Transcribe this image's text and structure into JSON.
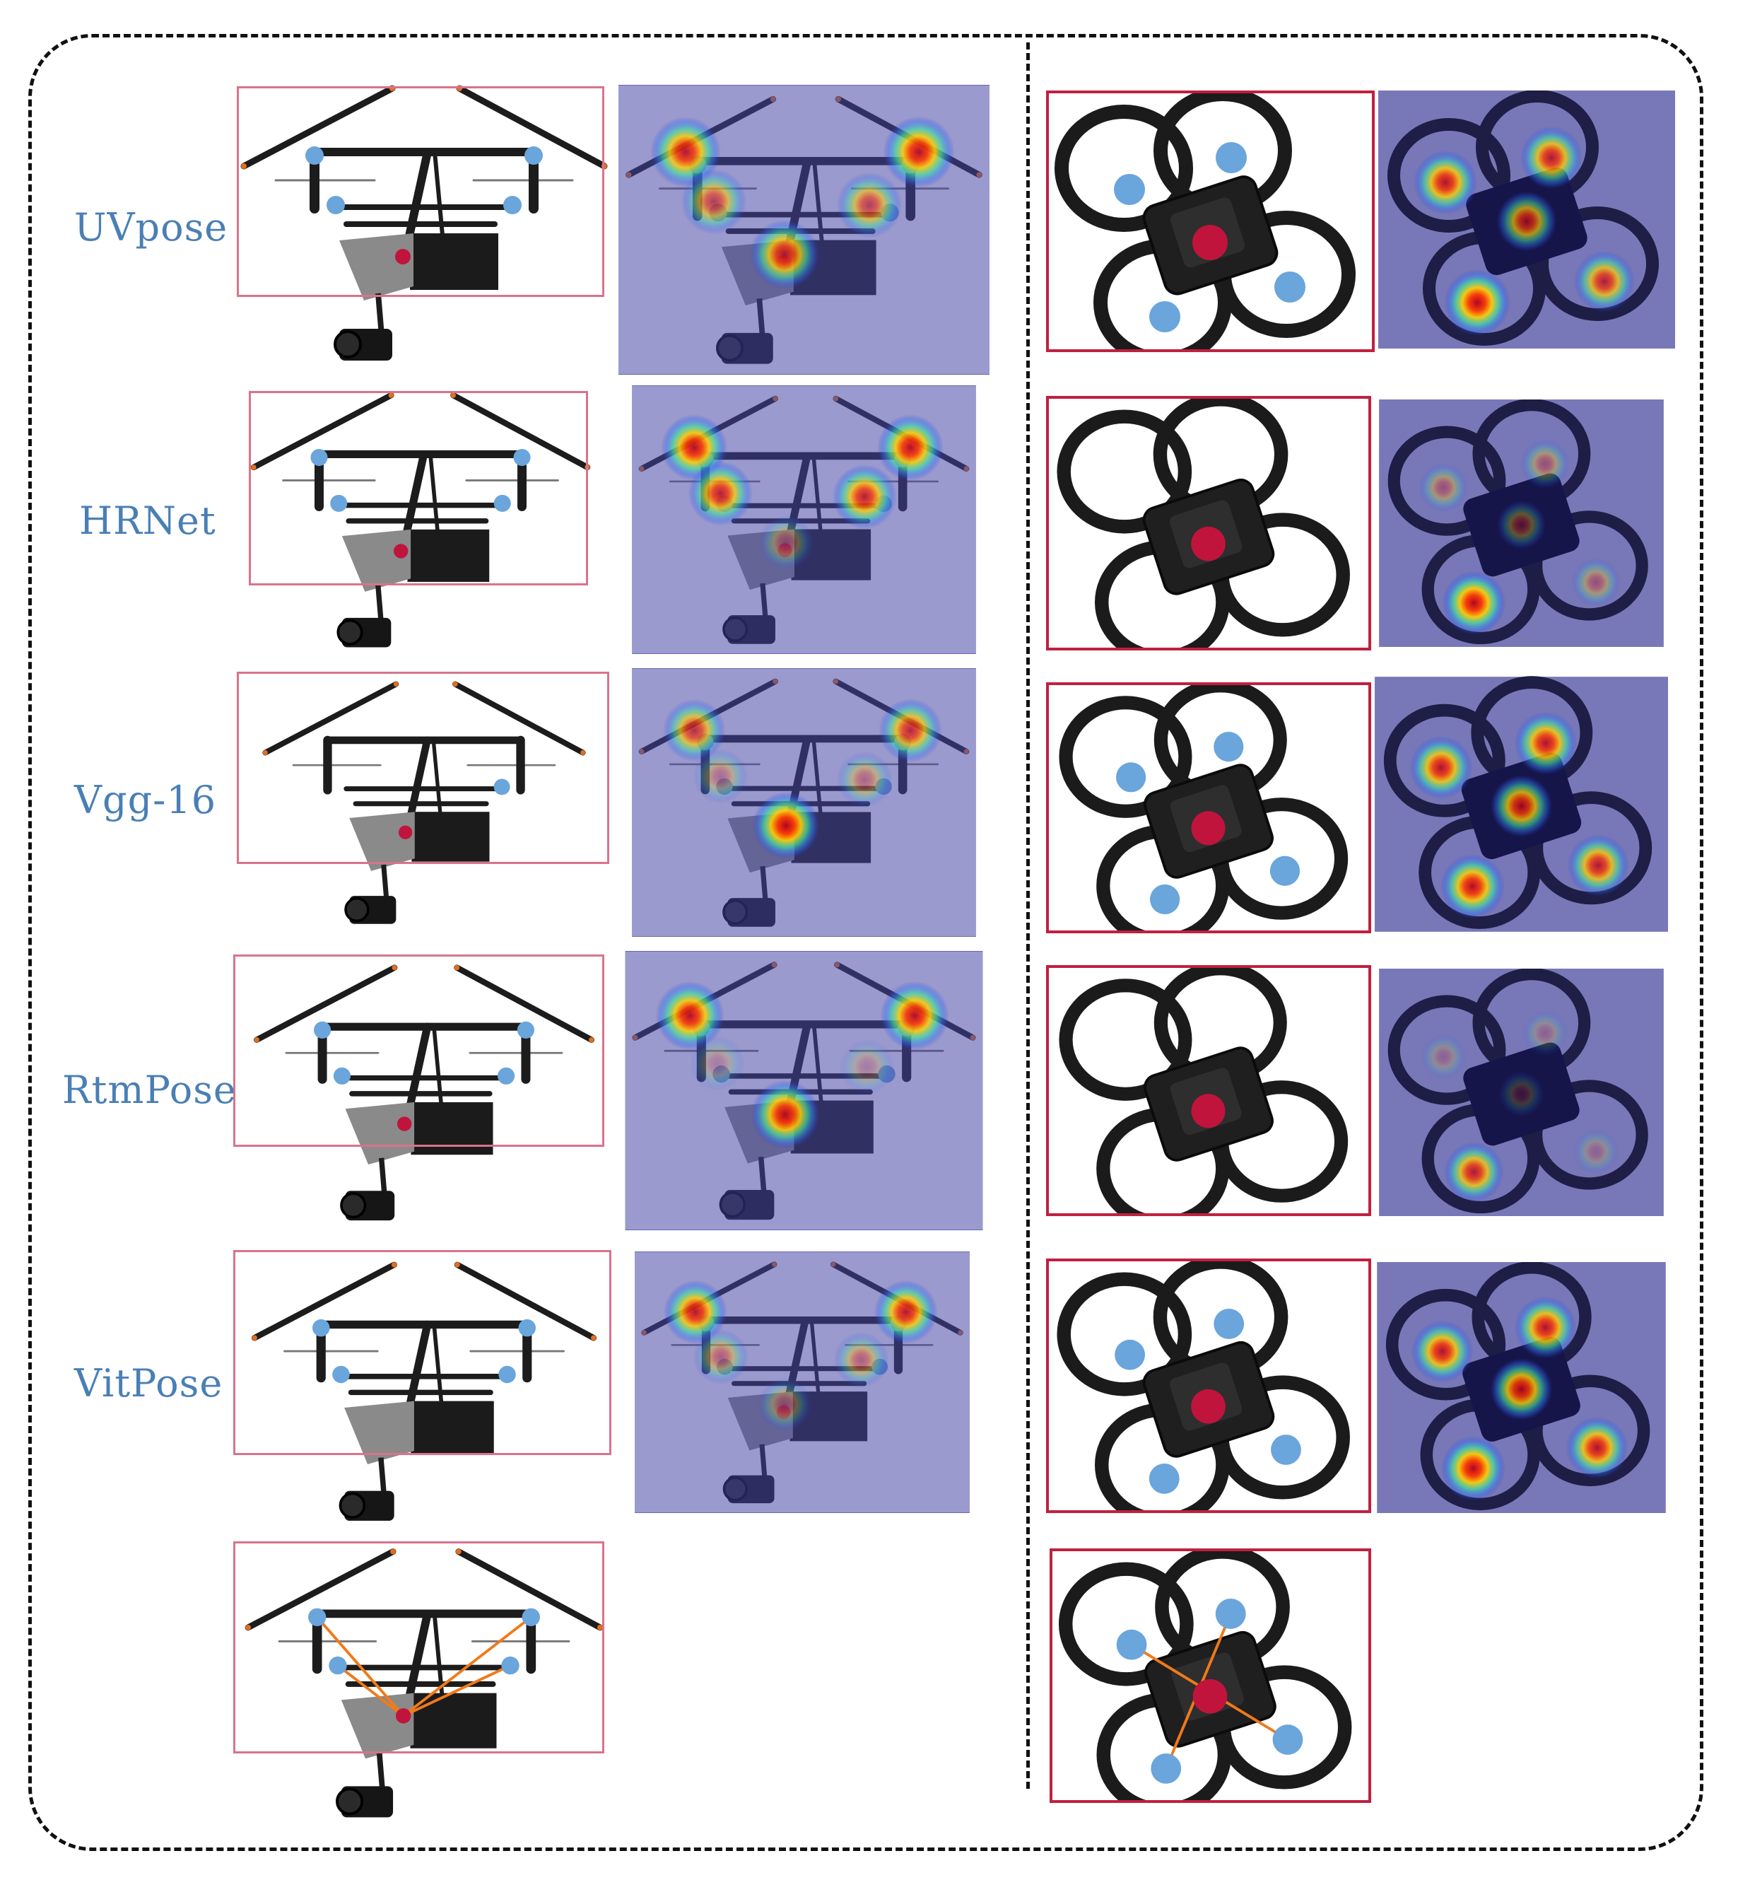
{
  "figure": {
    "methods": [
      "UVpose",
      "HRNet",
      "Vgg-16",
      "RtmPose",
      "VitPose"
    ],
    "colors": {
      "frame": "#111111",
      "label_text": "#4a7fb5",
      "keypoint_blue": "#6aa5dc",
      "keypoint_red": "#c0143c",
      "skeleton_line": "#f07a1a",
      "heatmap_background": "#7878b8",
      "box_left": "#d9738d",
      "box_right": "#c0203e"
    },
    "icons": {
      "left_subject": "hexacopter-drone-with-gimbal-camera",
      "right_subject": "ducted-quadcopter-fpv-drone",
      "keypoint": "keypoint-dot",
      "heatmap": "attention-heatmap"
    }
  }
}
